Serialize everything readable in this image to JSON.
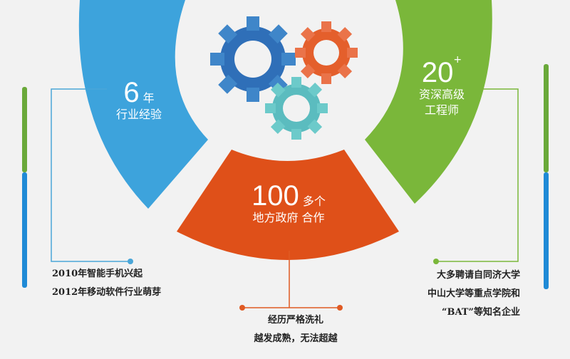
{
  "colors": {
    "blue": "#3da3dc",
    "green": "#7ab73a",
    "orange": "#df5019",
    "gear_blue": "#2f6fb8",
    "gear_orange": "#e45f2c",
    "gear_teal": "#5bbcbf",
    "connector_blue": "#4aa6d8",
    "connector_green": "#7ab73a",
    "connector_orange": "#e05a23",
    "side_bar_green": "#6aa93a",
    "side_bar_blue": "#1f8ad6"
  },
  "left_segment": {
    "number": "6",
    "unit": "年",
    "label": "行业经验"
  },
  "right_segment": {
    "number": "20",
    "superscript": "+",
    "label_line1": "资深高级",
    "label_line2": "工程师"
  },
  "center_segment": {
    "number": "100",
    "unit": "多个",
    "label": "地方政府 合作"
  },
  "left_note": {
    "lines": [
      "2010年智能手机兴起",
      "2012年移动软件行业萌芽"
    ]
  },
  "center_note": {
    "lines": [
      "经历严格洗礼",
      "越发成熟，无法超越"
    ]
  },
  "right_note": {
    "lines": [
      "大多聘请自同济大学",
      "中山大学等重点学院和",
      "“BAT”等知名企业"
    ]
  },
  "icons": [
    "gear-icon-blue",
    "gear-icon-orange",
    "gear-icon-teal"
  ]
}
